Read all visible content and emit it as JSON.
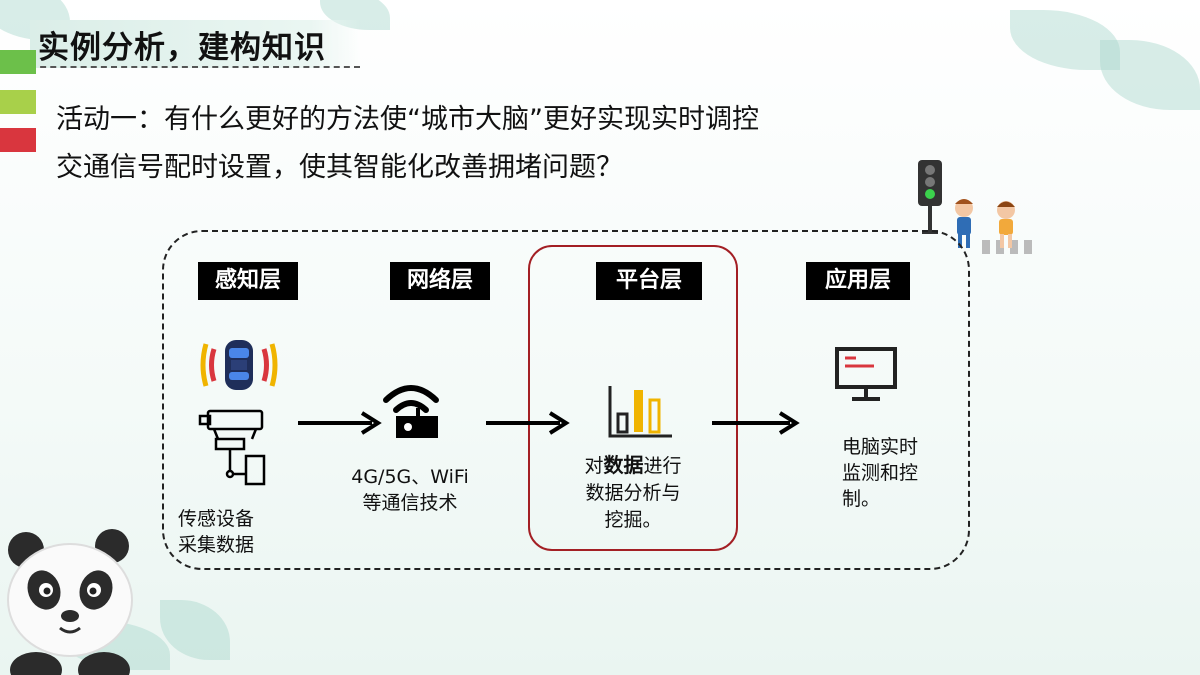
{
  "header": {
    "title": "实例分析，建构知识"
  },
  "activity": {
    "line1": "活动一：有什么更好的方法使“城市大脑”更好实现实时调控",
    "line2": "交通信号配时设置，使其智能化改善拥堵问题？"
  },
  "layers": [
    {
      "label": "感知层",
      "caption_lines": [
        "传感设备",
        "采集数据"
      ]
    },
    {
      "label": "网络层",
      "caption_lines": [
        "4G/5G、WiFi",
        "等通信技术"
      ]
    },
    {
      "label": "平台层",
      "caption_pre": "对",
      "caption_bold": "数据",
      "caption_post": "进行",
      "caption_lines": [
        "数据分析与",
        "挖掘。"
      ]
    },
    {
      "label": "应用层",
      "caption_lines": [
        "电脑实时",
        "监测和控",
        "制。"
      ]
    }
  ],
  "icons": {
    "sensing_car": "car-sensor-icon",
    "camera": "surveillance-camera-icon",
    "network": "wifi-router-icon",
    "platform": "bar-chart-icon",
    "application": "monitor-icon",
    "traffic_light": "traffic-light-icon"
  },
  "colors": {
    "accent_red": "#a31f24",
    "bar_green": "#6cc04a",
    "bar_lime": "#a8d04a",
    "bar_red": "#d9363e",
    "chart_gold": "#f0b400"
  }
}
